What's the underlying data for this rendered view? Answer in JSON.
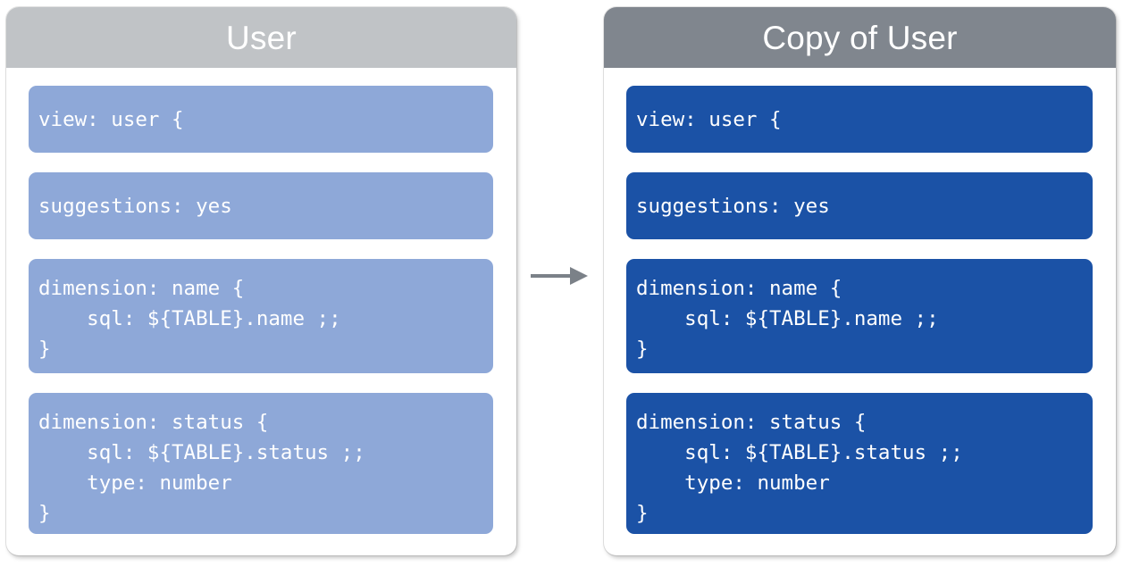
{
  "diagram": {
    "type": "before-after-copy",
    "connector": {
      "icon": "arrow-right-icon",
      "color": "#7b8188",
      "direction": "left-to-right"
    },
    "colors": {
      "source_header_bg": "#c0c3c6",
      "copy_header_bg": "#80868e",
      "source_block_bg": "#8ea8d8",
      "copy_block_bg": "#1b52a6",
      "block_text": "#ffffff",
      "panel_bg": "#ffffff"
    }
  },
  "panels": [
    {
      "id": "source",
      "title": "User",
      "blocks": [
        {
          "id": "view",
          "size": "h-1",
          "code": "view: user {"
        },
        {
          "id": "suggestions",
          "size": "h-1",
          "code": "suggestions: yes"
        },
        {
          "id": "dimension-name",
          "size": "h-3",
          "code": "dimension: name {\n    sql: ${TABLE}.name ;;\n}"
        },
        {
          "id": "dimension-status",
          "size": "h-4",
          "code": "dimension: status {\n    sql: ${TABLE}.status ;;\n    type: number\n}"
        }
      ]
    },
    {
      "id": "copy",
      "title": "Copy of User",
      "blocks": [
        {
          "id": "view",
          "size": "h-1",
          "code": "view: user {"
        },
        {
          "id": "suggestions",
          "size": "h-1",
          "code": "suggestions: yes"
        },
        {
          "id": "dimension-name",
          "size": "h-3",
          "code": "dimension: name {\n    sql: ${TABLE}.name ;;\n}"
        },
        {
          "id": "dimension-status",
          "size": "h-4",
          "code": "dimension: status {\n    sql: ${TABLE}.status ;;\n    type: number\n}"
        }
      ]
    }
  ]
}
